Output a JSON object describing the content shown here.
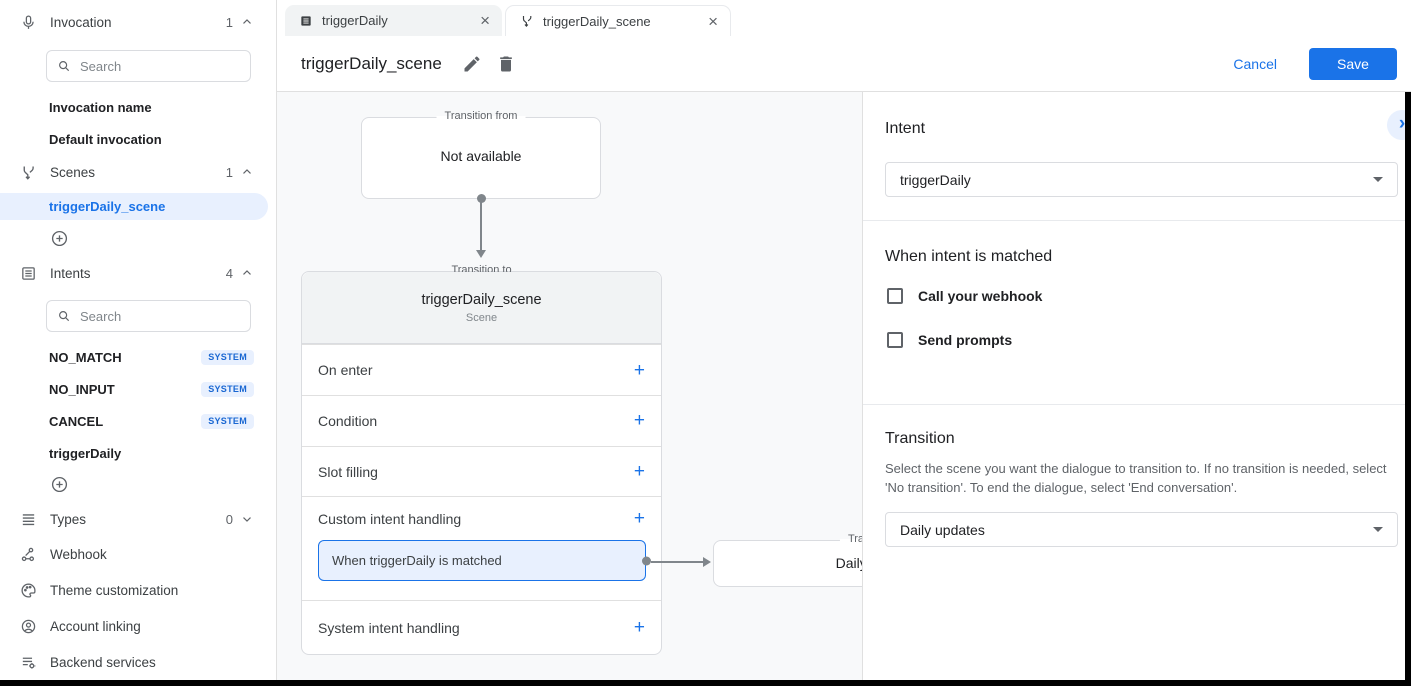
{
  "app": {
    "accent_color": "#1a73e8",
    "selection_bg": "#e8f0fe",
    "canvas_bg": "#f8f9fa",
    "badge_text_color": "#1967d2"
  },
  "sidebar": {
    "invocation": {
      "label": "Invocation",
      "count": "1",
      "search_placeholder": "Search",
      "items": [
        {
          "label": "Invocation name"
        },
        {
          "label": "Default invocation"
        }
      ]
    },
    "scenes": {
      "label": "Scenes",
      "count": "1",
      "selected_item": "triggerDaily_scene"
    },
    "intents": {
      "label": "Intents",
      "count": "4",
      "search_placeholder": "Search",
      "items": [
        {
          "name": "NO_MATCH",
          "badge": "SYSTEM"
        },
        {
          "name": "NO_INPUT",
          "badge": "SYSTEM"
        },
        {
          "name": "CANCEL",
          "badge": "SYSTEM"
        },
        {
          "name": "triggerDaily",
          "badge": ""
        }
      ]
    },
    "types": {
      "label": "Types",
      "count": "0"
    },
    "links": [
      {
        "label": "Webhook"
      },
      {
        "label": "Theme customization"
      },
      {
        "label": "Account linking"
      },
      {
        "label": "Backend services"
      }
    ]
  },
  "tabs": [
    {
      "label": "triggerDaily"
    },
    {
      "label": "triggerDaily_scene"
    }
  ],
  "header": {
    "title": "triggerDaily_scene",
    "cancel_label": "Cancel",
    "save_label": "Save"
  },
  "canvas": {
    "transition_from": {
      "legend": "Transition from",
      "text": "Not available"
    },
    "scene_card": {
      "legend": "Transition to",
      "title": "triggerDaily_scene",
      "subtitle": "Scene",
      "rows": [
        "On enter",
        "Condition",
        "Slot filling",
        "Custom intent handling",
        "System intent handling"
      ],
      "custom_handler": "When triggerDaily is matched"
    },
    "target_card": {
      "legend": "Transition to",
      "text": "Daily updates"
    }
  },
  "panel": {
    "intent": {
      "heading": "Intent",
      "value": "triggerDaily"
    },
    "matched": {
      "heading": "When intent is matched",
      "options": [
        {
          "label": "Call your webhook",
          "checked": false
        },
        {
          "label": "Send prompts",
          "checked": false
        }
      ]
    },
    "transition": {
      "heading": "Transition",
      "description": "Select the scene you want the dialogue to transition to. If no transition is needed, select 'No transition'. To end the dialogue, select 'End conversation'.",
      "value": "Daily updates"
    }
  },
  "glyphs": {
    "close": "×",
    "plus": "+",
    "chevron_right": "›"
  }
}
